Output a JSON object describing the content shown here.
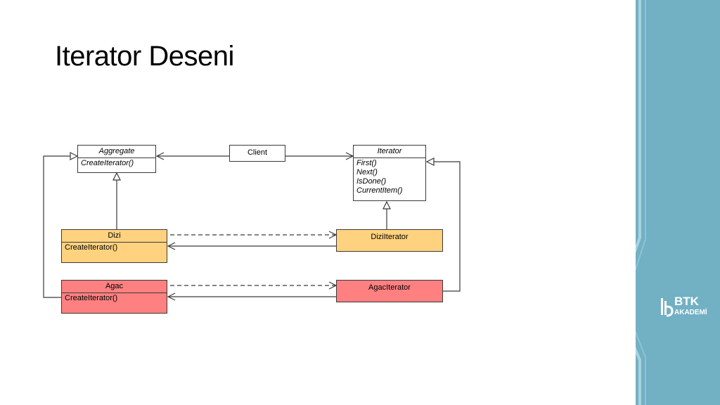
{
  "slide": {
    "title": "Iterator Deseni"
  },
  "logo": {
    "line1": "BTK",
    "line2": "AKADEMİ"
  },
  "colors": {
    "band": "#72b0c4",
    "band_light": "#a9d2de",
    "yellow": "#ffd27f",
    "red": "#ff8080",
    "border": "#3a3a3a"
  },
  "diagram": {
    "aggregate": {
      "name": "Aggregate",
      "methods": [
        "CreateIterator()"
      ]
    },
    "client": {
      "name": "Client"
    },
    "iterator": {
      "name": "Iterator",
      "methods": [
        "First()",
        "Next()",
        "IsDone()",
        "CurrentItem()"
      ]
    },
    "dizi": {
      "name": "Dizi",
      "methods": [
        "CreateIterator()"
      ]
    },
    "dizi_iterator": {
      "name": "DiziIterator"
    },
    "agac": {
      "name": "Agac",
      "methods": [
        "CreateIterator()"
      ]
    },
    "agac_iterator": {
      "name": "AgacIterator"
    }
  }
}
